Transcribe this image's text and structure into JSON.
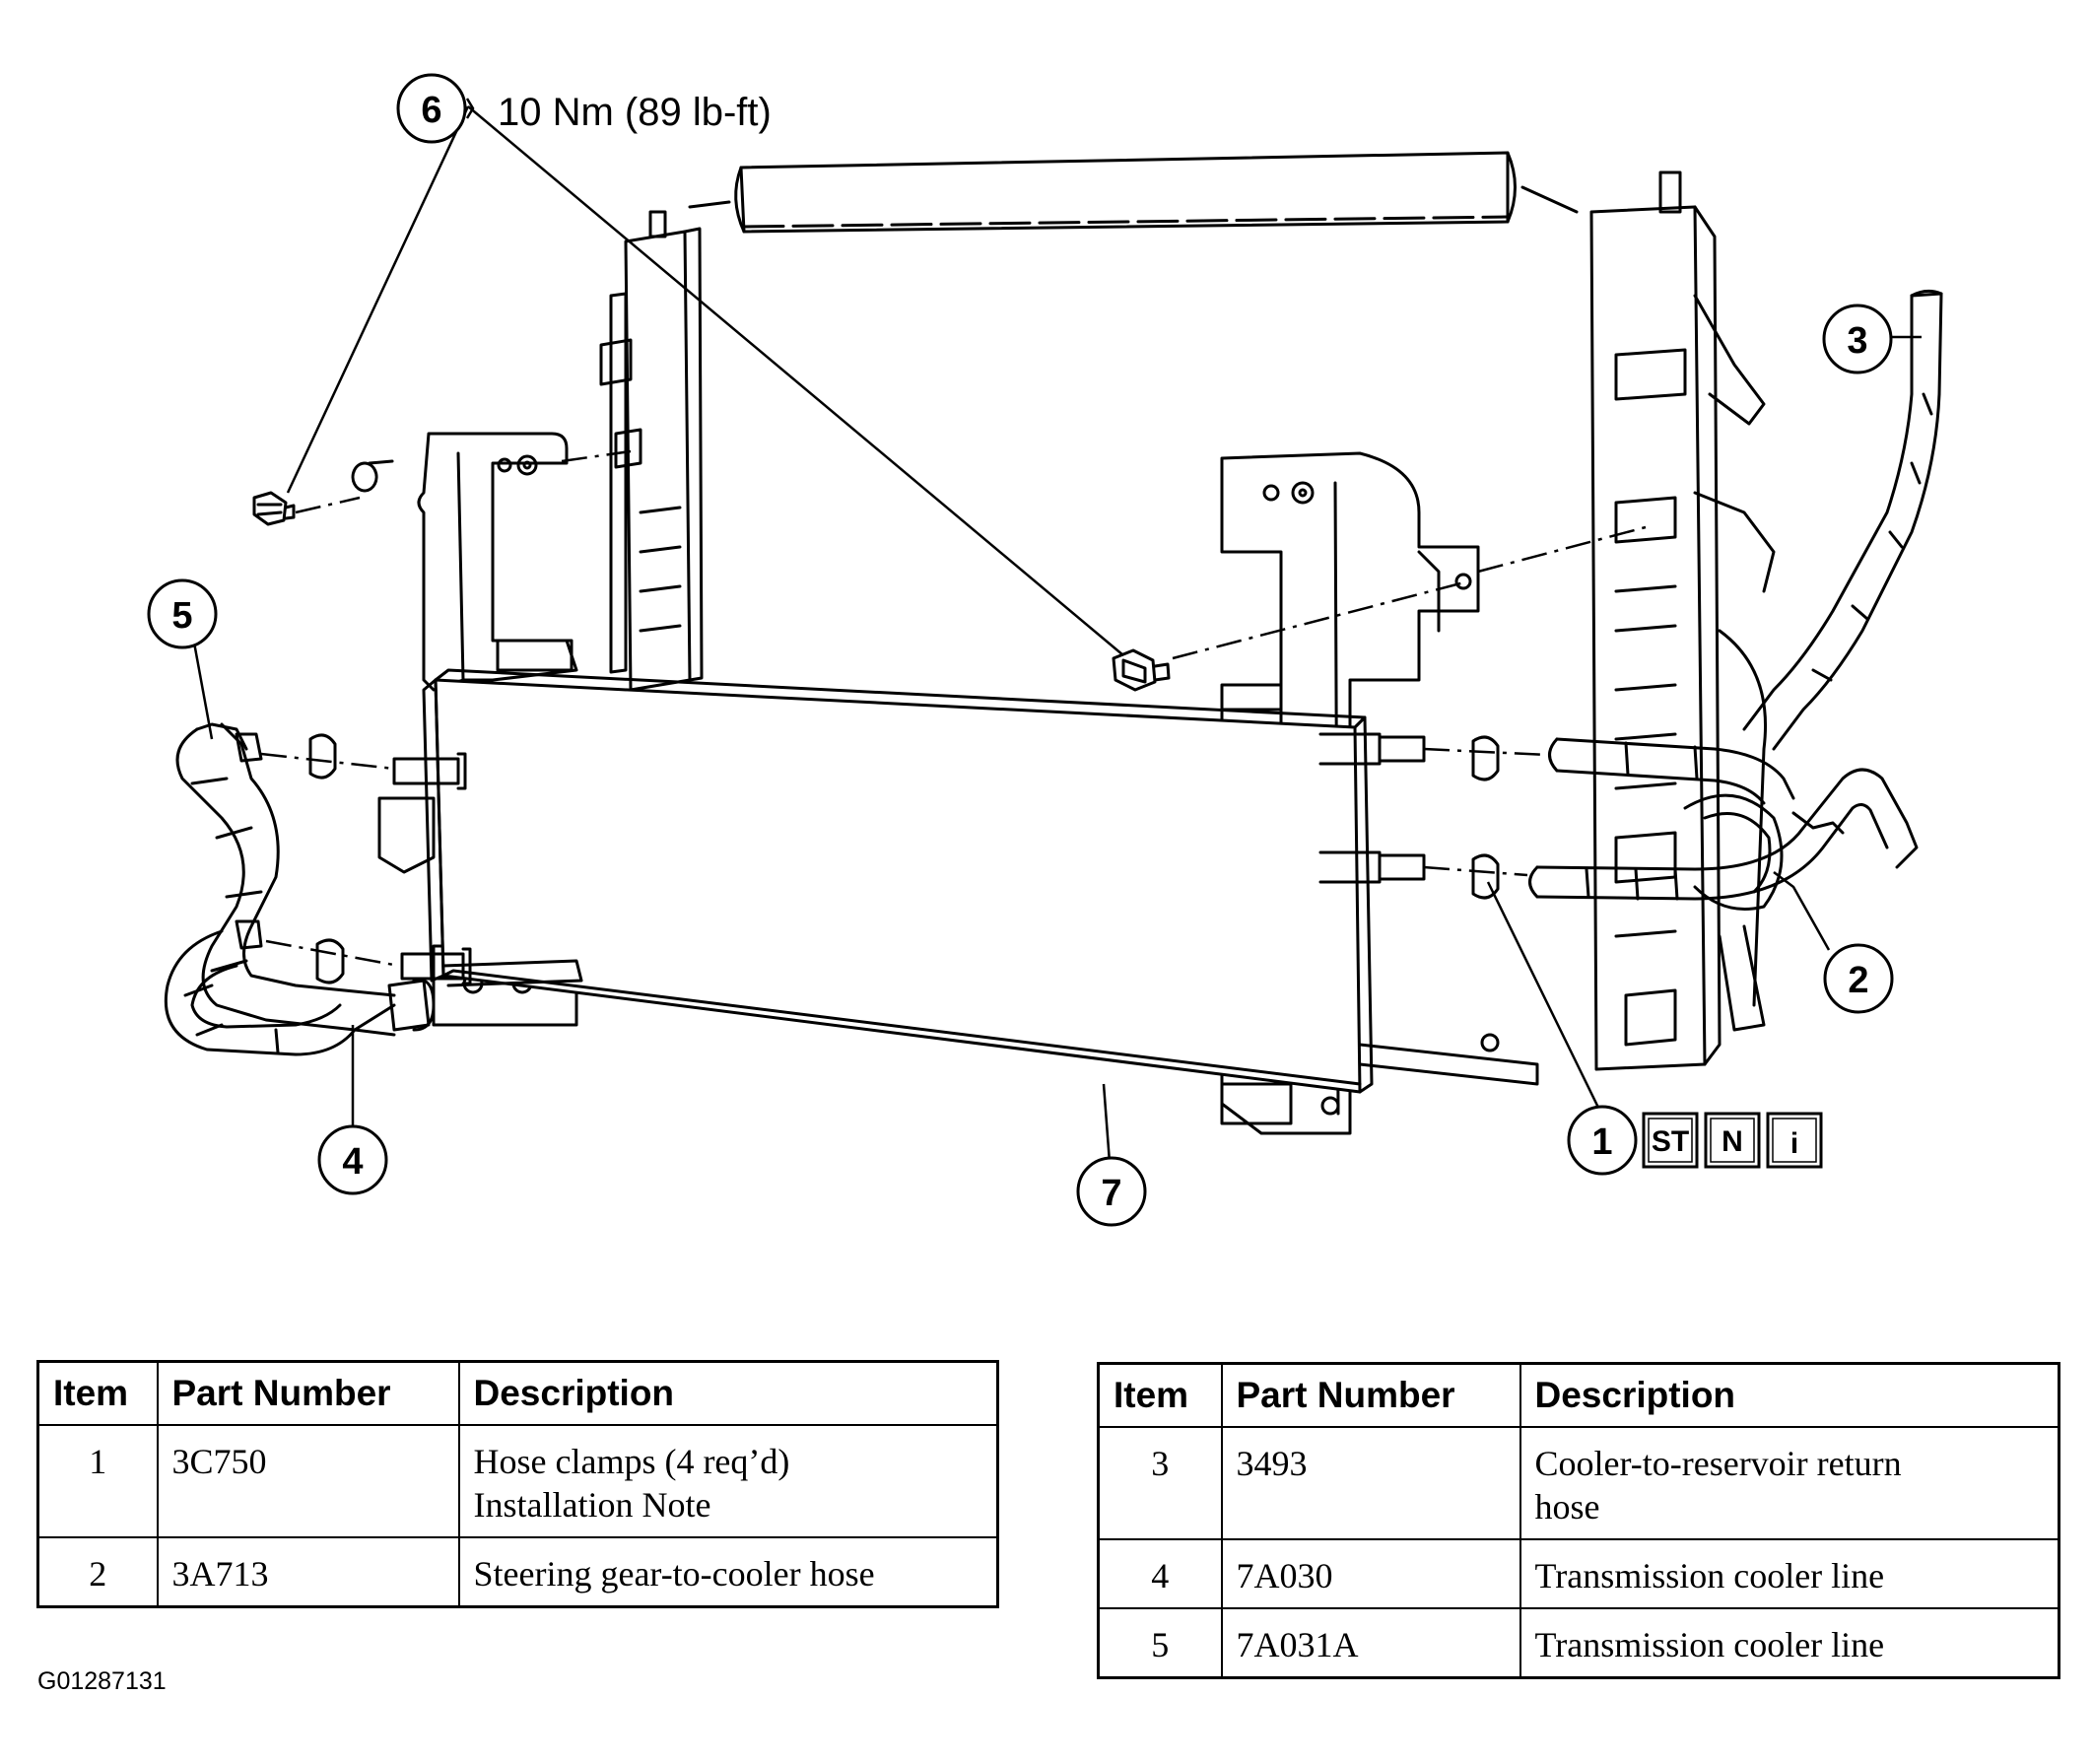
{
  "diagram": {
    "torque_spec": "10 Nm (89 lb-ft)",
    "callouts": [
      "1",
      "2",
      "3",
      "4",
      "5",
      "6",
      "7"
    ],
    "note_symbols": [
      "ST",
      "N",
      "i"
    ]
  },
  "tables": [
    {
      "headers": [
        "Item",
        "Part Number",
        "Description"
      ],
      "rows": [
        {
          "item": "1",
          "part_number": "3C750",
          "description": [
            "Hose clamps (4 req’d)",
            "Installation Note"
          ]
        },
        {
          "item": "2",
          "part_number": "3A713",
          "description": [
            "Steering gear-to-cooler hose"
          ]
        }
      ]
    },
    {
      "headers": [
        "Item",
        "Part Number",
        "Description"
      ],
      "rows": [
        {
          "item": "3",
          "part_number": "3493",
          "description": [
            "Cooler-to-reservoir return",
            "hose"
          ]
        },
        {
          "item": "4",
          "part_number": "7A030",
          "description": [
            "Transmission cooler line"
          ]
        },
        {
          "item": "5",
          "part_number": "7A031A",
          "description": [
            "Transmission cooler line"
          ]
        }
      ]
    }
  ],
  "figure_id": "G01287131"
}
